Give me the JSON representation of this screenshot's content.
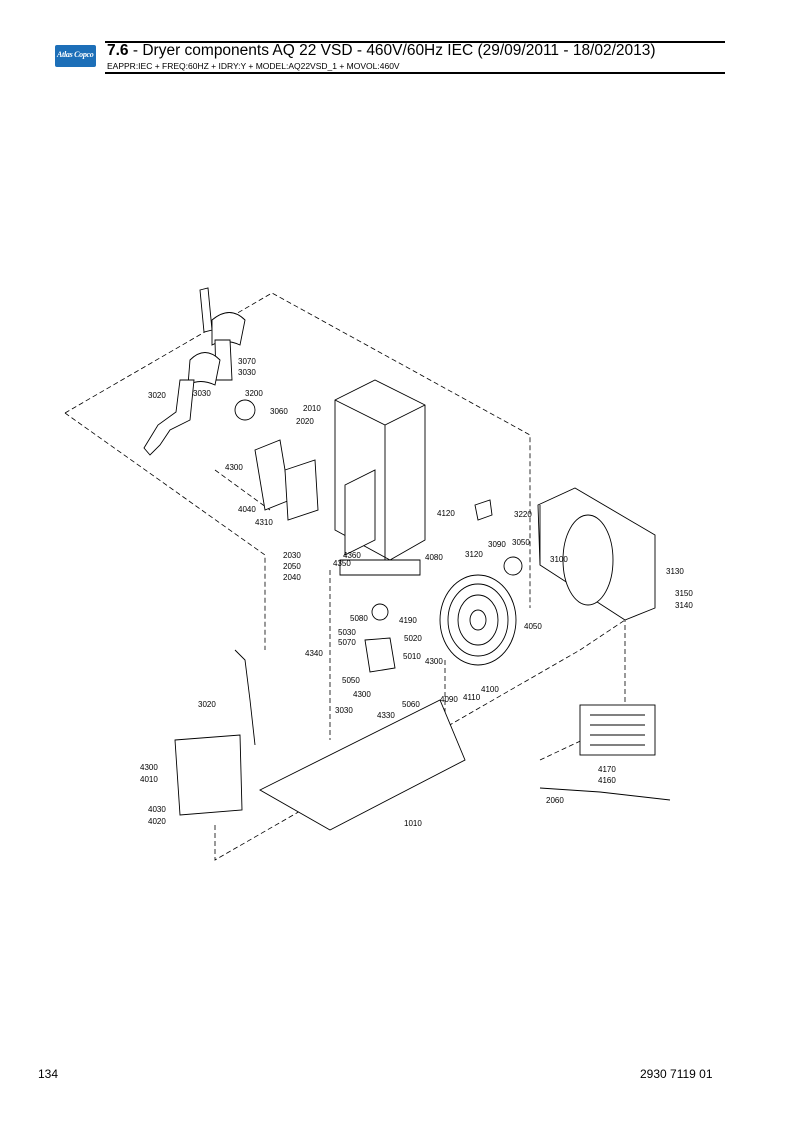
{
  "header": {
    "logo_text": "Atlas Copco",
    "section_number": "7.6",
    "title": " - Dryer components AQ 22 VSD - 460V/60Hz IEC (29/09/2011 - 18/02/2013)",
    "subtitle": "EAPPR:IEC + FREQ:60HZ + IDRY:Y + MODEL:AQ22VSD_1 + MOVOL:460V"
  },
  "footer": {
    "page_number": "134",
    "document_number": "2930 7119 01"
  },
  "part_labels": [
    "3070",
    "3030",
    "3020",
    "3030",
    "3200",
    "3060",
    "2010",
    "2020",
    "4300",
    "4040",
    "4310",
    "4360",
    "2030",
    "2050",
    "4350",
    "2040",
    "4120",
    "3220",
    "3090",
    "3050",
    "3120",
    "3100",
    "3130",
    "4080",
    "3150",
    "3140",
    "4190",
    "5080",
    "5030",
    "5020",
    "5070",
    "4340",
    "5010",
    "4050",
    "4300",
    "5050",
    "4300",
    "4100",
    "4090",
    "4110",
    "5060",
    "3020",
    "3030",
    "4330",
    "4170",
    "4160",
    "4300",
    "4010",
    "2060",
    "4030",
    "4020",
    "1010"
  ],
  "colors": {
    "logo_blue": "#1d6fb8",
    "line": "#000000"
  }
}
